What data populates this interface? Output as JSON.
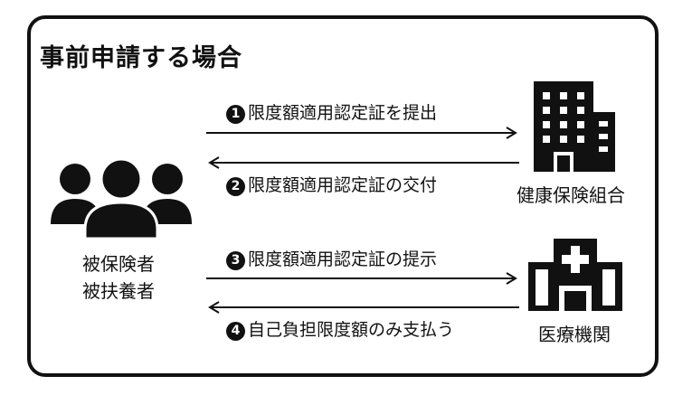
{
  "title": "事前申請する場合",
  "people": {
    "icon": "people-group-icon",
    "line1": "被保険者",
    "line2": "被扶養者"
  },
  "insurer": {
    "icon": "office-building-icon",
    "label": "健康保険組合"
  },
  "hospital": {
    "icon": "hospital-building-icon",
    "label": "医療機関"
  },
  "steps": [
    {
      "num": "1",
      "text": "限度額適用認定証を提出"
    },
    {
      "num": "2",
      "text": "限度額適用認定証の交付"
    },
    {
      "num": "3",
      "text": "限度額適用認定証の提示"
    },
    {
      "num": "4",
      "text": "自己負担限度額のみ支払う"
    }
  ]
}
